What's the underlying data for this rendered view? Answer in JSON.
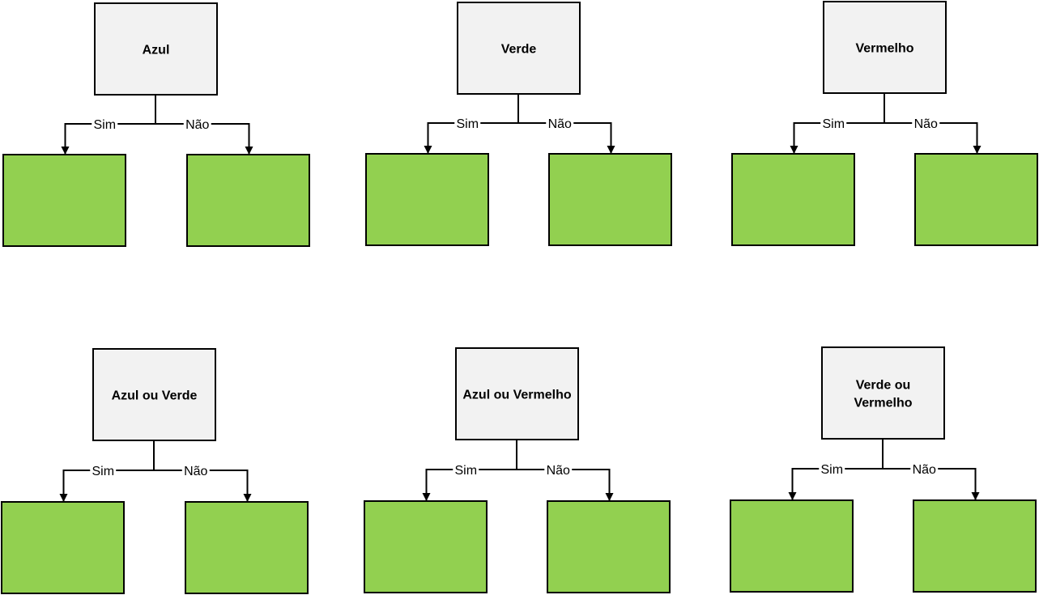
{
  "colors": {
    "question_fill": "#f2f2f2",
    "answer_fill": "#92d050",
    "stroke": "#000000"
  },
  "trees": [
    {
      "question": [
        "Azul"
      ],
      "yes_label": "Sim",
      "no_label": "Não"
    },
    {
      "question": [
        "Verde"
      ],
      "yes_label": "Sim",
      "no_label": "Não"
    },
    {
      "question": [
        "Vermelho"
      ],
      "yes_label": "Sim",
      "no_label": "Não"
    },
    {
      "question": [
        "Azul ou Verde"
      ],
      "yes_label": "Sim",
      "no_label": "Não"
    },
    {
      "question": [
        "Azul ou Vermelho"
      ],
      "yes_label": "Sim",
      "no_label": "Não"
    },
    {
      "question": [
        "Verde ou",
        "Vermelho"
      ],
      "yes_label": "Sim",
      "no_label": "Não"
    }
  ]
}
